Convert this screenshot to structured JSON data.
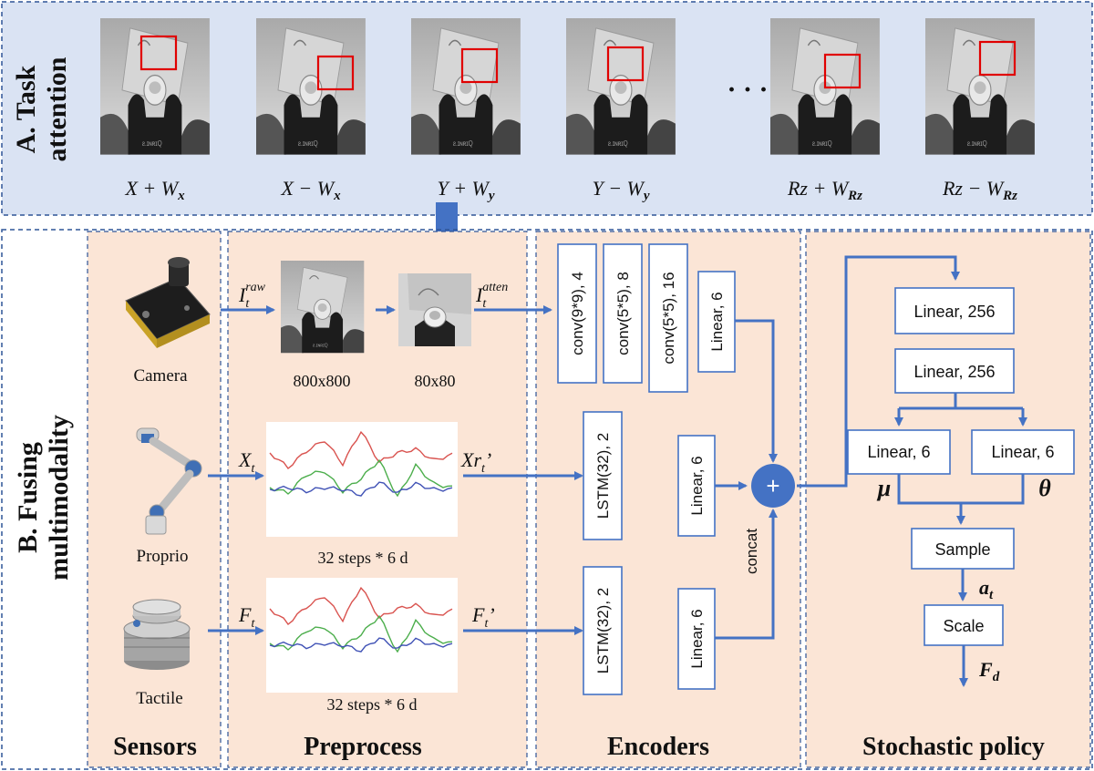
{
  "section_a": {
    "title_line1": "A. Task",
    "title_line2": "attention",
    "frames": [
      {
        "label_main": "X + W",
        "label_sub": "x"
      },
      {
        "label_main": "X − W",
        "label_sub": "x"
      },
      {
        "label_main": "Y + W",
        "label_sub": "y"
      },
      {
        "label_main": "Y − W",
        "label_sub": "y"
      },
      {
        "label_main": "Rz + W",
        "label_sub": "Rz"
      },
      {
        "label_main": "Rz − W",
        "label_sub": "Rz"
      }
    ],
    "ellipsis": "· · ·"
  },
  "section_b": {
    "title_line1": "B. Fusing",
    "title_line2": "multimodality"
  },
  "sensors": {
    "footer": "Sensors",
    "camera_label": "Camera",
    "proprio_label": "Proprio",
    "tactile_label": "Tactile"
  },
  "preprocess": {
    "footer": "Preprocess",
    "raw_main": "I",
    "raw_sub": "t",
    "raw_sup": "raw",
    "atten_main": "I",
    "atten_sub": "t",
    "atten_sup": "atten",
    "size_raw": "800x800",
    "size_atten": "80x80",
    "xt_main": "X",
    "xt_sub": "t",
    "xrt_main": "Xr",
    "xrt_sub": "t",
    "xrt_prime": "’",
    "ft_main": "F",
    "ft_sub": "t",
    "ftp_main": "F",
    "ftp_sub": "t",
    "ftp_prime": "’",
    "steps1": "32 steps * 6 d",
    "steps2": "32 steps * 6 d"
  },
  "encoders": {
    "footer": "Encoders",
    "conv1": "conv(9*9), 4",
    "conv2": "conv(5*5), 8",
    "conv3": "conv(5*5), 16",
    "linear_cam": "Linear, 6",
    "lstm1": "LSTM(32), 2",
    "linear_prop": "Linear, 6",
    "lstm2": "LSTM(32), 2",
    "linear_tac": "Linear, 6",
    "concat": "concat",
    "plus": "+"
  },
  "policy": {
    "footer": "Stochastic policy",
    "linear1": "Linear, 256",
    "linear2": "Linear, 256",
    "linear_mu": "Linear, 6",
    "linear_theta": "Linear, 6",
    "mu": "μ",
    "theta": "θ",
    "sample": "Sample",
    "at_main": "a",
    "at_sub": "t",
    "scale": "Scale",
    "fd_main": "F",
    "fd_sub": "d"
  },
  "colors": {
    "arrow": "#4472c4",
    "dash": "#2f5597",
    "section_a_bg": "#dae3f3",
    "section_b_bg": "#fbe5d6",
    "box_stroke": "#4472c4",
    "attention_box": "#e00000",
    "signal_red": "#d9534f",
    "signal_green": "#4cae4c",
    "signal_blue": "#3f51b5"
  }
}
